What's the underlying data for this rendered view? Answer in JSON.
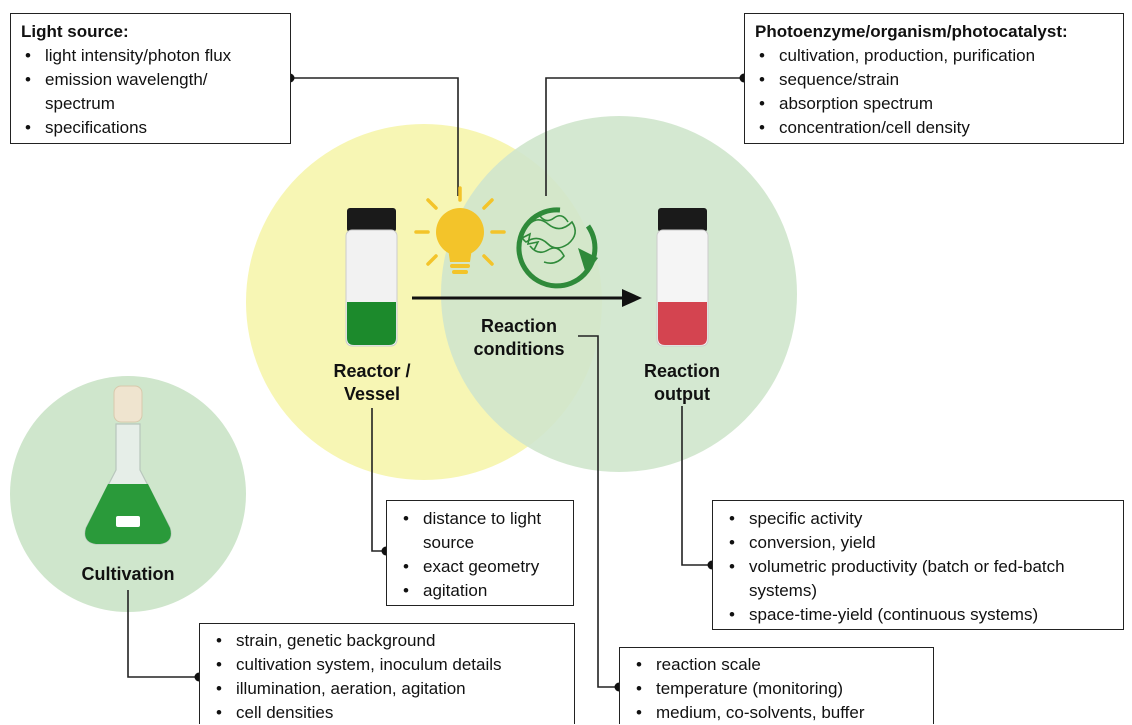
{
  "boxes": {
    "light_source": {
      "title": "Light source:",
      "items": [
        "light intensity/photon flux",
        "emission wavelength/ spectrum",
        "specifications"
      ]
    },
    "photoenzyme": {
      "title": "Photoenzyme/organism/photocatalyst:",
      "items": [
        "cultivation, production, purification",
        "sequence/strain",
        "absorption spectrum",
        "concentration/cell density"
      ]
    },
    "reactor": {
      "items": [
        "distance to light source",
        "exact geometry",
        "agitation"
      ]
    },
    "output": {
      "items": [
        "specific activity",
        "conversion, yield",
        "volumetric productivity (batch or fed-batch systems)",
        "space-time-yield (continuous systems)"
      ]
    },
    "cultivation": {
      "items": [
        "strain, genetic background",
        "cultivation system, inoculum details",
        "illumination,  aeration, agitation",
        "cell densities"
      ]
    },
    "conditions": {
      "items": [
        "reaction scale",
        "temperature (monitoring)",
        "medium, co-solvents, buffer"
      ]
    }
  },
  "labels": {
    "reactor_line1": "Reactor /",
    "reactor_line2": "Vessel",
    "conditions_line1": "Reaction",
    "conditions_line2": "conditions",
    "output_line1": "Reaction",
    "output_line2": "output",
    "cultivation": "Cultivation"
  },
  "colors": {
    "yellow_circle": "#f7f6b4",
    "green_circle": "#cfe6cc",
    "overlap": "#d8ecb4",
    "bulb": "#f3c42a",
    "cycle_green": "#2f8a3a",
    "vessel_green": "#1c8a2c",
    "vessel_red": "#d44450"
  }
}
